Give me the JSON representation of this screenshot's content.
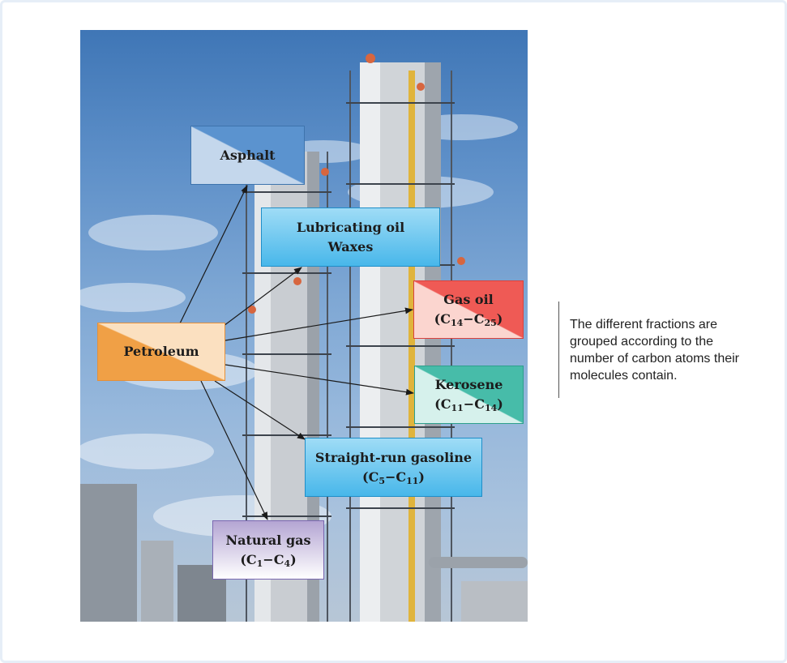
{
  "diagram": {
    "source": {
      "label": "Petroleum"
    },
    "fractions": [
      {
        "id": "asphalt",
        "lines": [
          "Asphalt"
        ]
      },
      {
        "id": "lubricating-oil",
        "lines": [
          "Lubricating oil",
          "Waxes"
        ]
      },
      {
        "id": "gas-oil",
        "lines": [
          "Gas oil"
        ],
        "range": {
          "from": "14",
          "to": "25"
        }
      },
      {
        "id": "kerosene",
        "lines": [
          "Kerosene"
        ],
        "range": {
          "from": "11",
          "to": "14"
        }
      },
      {
        "id": "straight-run-gasoline",
        "lines": [
          "Straight-run gasoline"
        ],
        "range": {
          "from": "5",
          "to": "11"
        }
      },
      {
        "id": "natural-gas",
        "lines": [
          "Natural gas"
        ],
        "range": {
          "from": "1",
          "to": "4"
        }
      }
    ],
    "range_symbol": "C",
    "range_dash": "−",
    "caption": "The different fractions are grouped according to the number of carbon atoms their molecules contain."
  },
  "colors": {
    "asphalt": "#5b93cf",
    "lubricating_oil": "#48b7ea",
    "gas_oil": "#ef5a55",
    "petroleum": "#f0a046",
    "kerosene": "#47bca9",
    "straight_run_gasoline": "#48b7ea",
    "natural_gas": "#b4a5d3",
    "arrow": "#1a1a1a"
  }
}
